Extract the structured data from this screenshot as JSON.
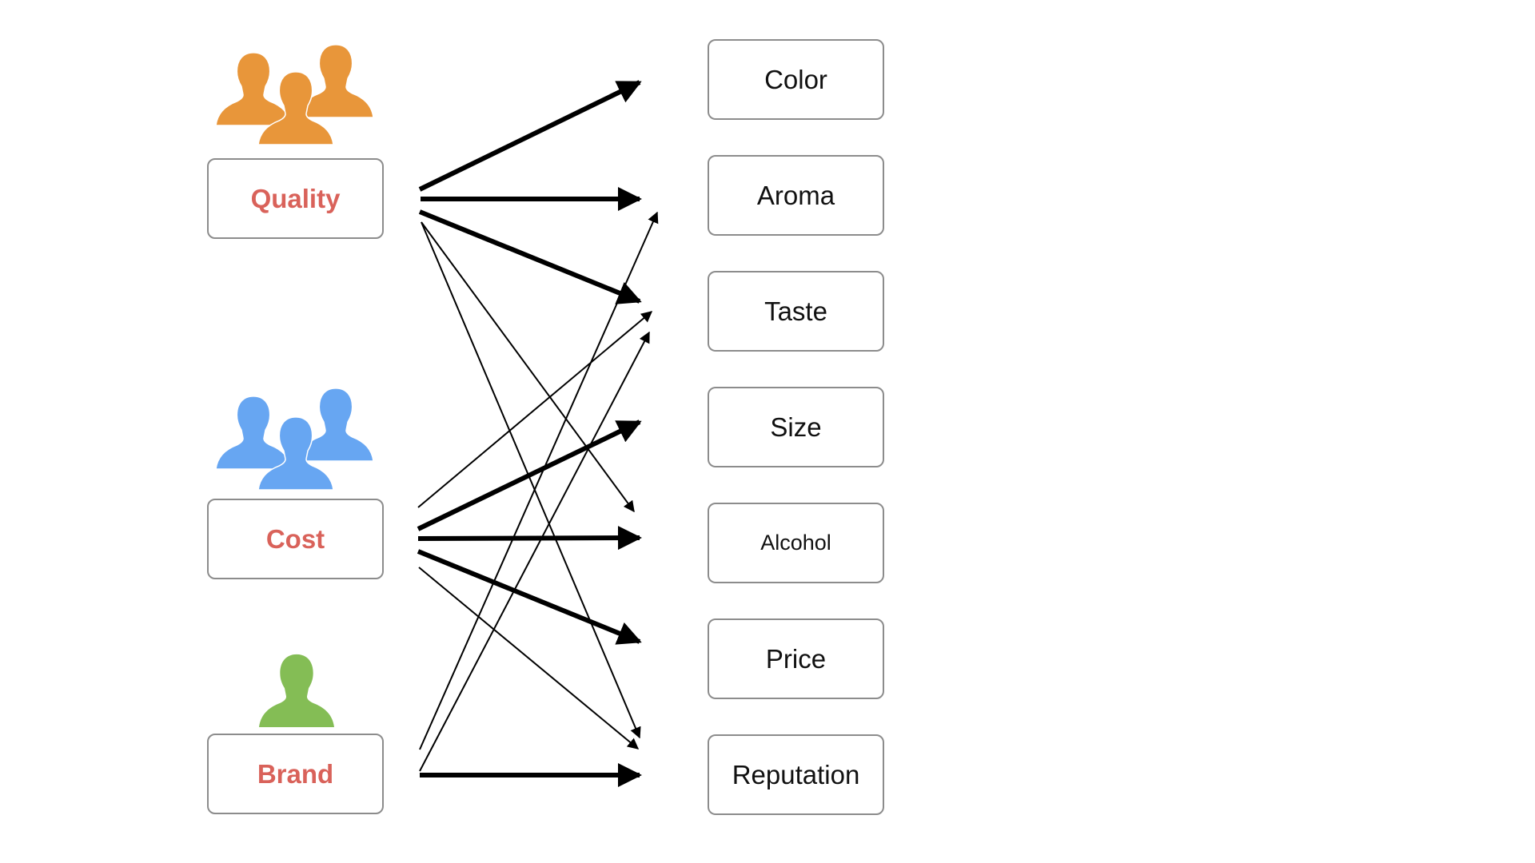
{
  "colors": {
    "criteria_text": "#d9625a",
    "quality_group": "#e8963a",
    "cost_group": "#67a6f2",
    "brand_single": "#84bd55",
    "arrow": "#000000",
    "box_border": "#8c8c8c"
  },
  "icons": {
    "quality": "people-group-icon",
    "cost": "people-group-icon",
    "brand": "person-icon"
  },
  "criteria": [
    {
      "label": "Quality"
    },
    {
      "label": "Cost"
    },
    {
      "label": "Brand"
    }
  ],
  "attributes": [
    {
      "label": "Color"
    },
    {
      "label": "Aroma"
    },
    {
      "label": "Taste"
    },
    {
      "label": "Size"
    },
    {
      "label": "Alcohol"
    },
    {
      "label": "Price"
    },
    {
      "label": "Reputation"
    }
  ],
  "links": [
    {
      "from": "Quality",
      "to": "Color",
      "weight": "strong"
    },
    {
      "from": "Quality",
      "to": "Aroma",
      "weight": "strong"
    },
    {
      "from": "Quality",
      "to": "Taste",
      "weight": "strong"
    },
    {
      "from": "Quality",
      "to": "Alcohol",
      "weight": "weak"
    },
    {
      "from": "Quality",
      "to": "Reputation",
      "weight": "weak"
    },
    {
      "from": "Cost",
      "to": "Taste",
      "weight": "weak"
    },
    {
      "from": "Cost",
      "to": "Size",
      "weight": "strong"
    },
    {
      "from": "Cost",
      "to": "Alcohol",
      "weight": "strong"
    },
    {
      "from": "Cost",
      "to": "Price",
      "weight": "strong"
    },
    {
      "from": "Cost",
      "to": "Reputation",
      "weight": "weak"
    },
    {
      "from": "Brand",
      "to": "Aroma",
      "weight": "weak"
    },
    {
      "from": "Brand",
      "to": "Taste",
      "weight": "weak"
    },
    {
      "from": "Brand",
      "to": "Reputation",
      "weight": "strong"
    }
  ]
}
